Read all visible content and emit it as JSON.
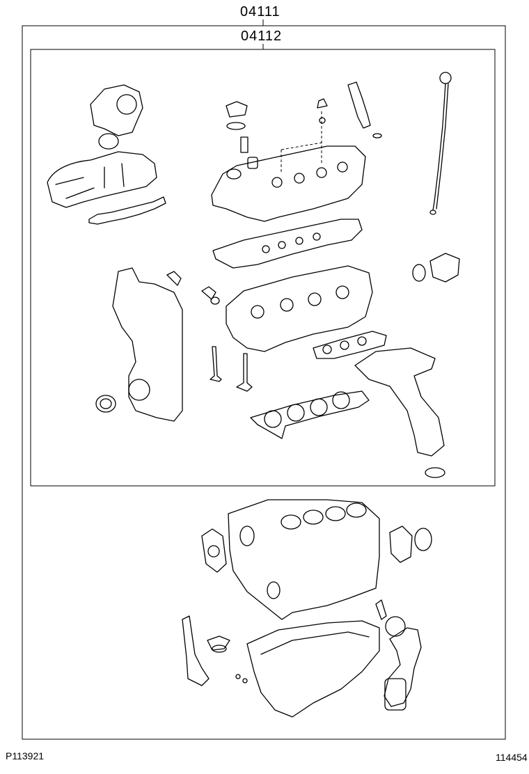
{
  "callouts": {
    "outer_kit": "04111",
    "inner_kit": "04112"
  },
  "footer": {
    "left_ref": "P113921",
    "right_ref": "114454"
  }
}
